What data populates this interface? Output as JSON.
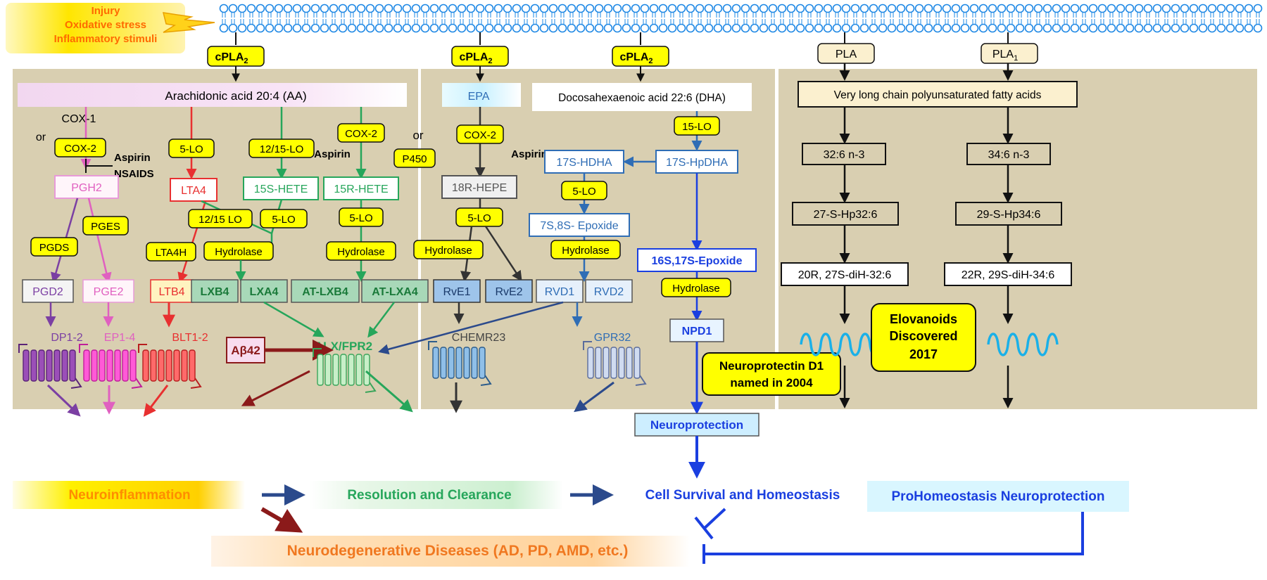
{
  "stimuli": [
    "Injury",
    "Oxidative stress",
    "Inflammatory stimuli"
  ],
  "enzymes": {
    "cpla2": "cPLA",
    "cpla2_sub": "2",
    "pla": "PLA",
    "pla1": "PLA",
    "pla1_sub": "1",
    "cox1": "COX-1",
    "or": "or",
    "cox2": "COX-2",
    "aspirin": "Aspirin",
    "nsaids": "NSAIDS",
    "lo5": "5-LO",
    "lo1215": "12/15-LO",
    "lo1215b": "12/15 LO",
    "lo15": "15-LO",
    "p450": "P450",
    "hydrolase": "Hydrolase",
    "pges": "PGES",
    "pgds": "PGDS",
    "lta4h": "LTA4H"
  },
  "substrates": {
    "aa": "Arachidonic acid 20:4 (AA)",
    "epa": "EPA",
    "dha": "Docosahexaenoic acid 22:6 (DHA)",
    "vlc": "Very long chain polyunsaturated fatty acids"
  },
  "intermediates": {
    "pgh2": "PGH2",
    "lta4": "LTA4",
    "hete15s": "15S-HETE",
    "hete15r": "15R-HETE",
    "hepe18r": "18R-HEPE",
    "hdha17s": "17S-HDHA",
    "hpdha17s": "17S-HpDHA",
    "epox78": "7S,8S- Epoxide",
    "epox1617": "16S,17S-Epoxide",
    "c32": "32:6 n-3",
    "c34": "34:6 n-3",
    "hp32": "27-S-Hp32:6",
    "hp34": "29-S-Hp34:6",
    "dih32": "20R, 27S-diH-32:6",
    "dih34": "22R, 29S-diH-34:6"
  },
  "mediators": {
    "pgd2": "PGD2",
    "pge2": "PGE2",
    "ltb4": "LTB4",
    "lxb4": "LXB4",
    "lxa4": "LXA4",
    "atlxb4": "AT-LXB4",
    "atlxa4": "AT-LXA4",
    "rve1": "RvE1",
    "rve2": "RvE2",
    "rvd1": "RVD1",
    "rvd2": "RVD2",
    "npd1": "NPD1"
  },
  "receptors": {
    "dp": "DP1-2",
    "ep": "EP1-4",
    "blt": "BLT1-2",
    "abeta": "Aβ42",
    "alx": "ALX/FPR2",
    "chemr": "CHEMR23",
    "gpr": "GPR32"
  },
  "callouts": {
    "npd1_named": [
      "Neuroprotectin D1",
      "named in 2004"
    ],
    "elovanoids": [
      "Elovanoids",
      "Discovered",
      "2017"
    ],
    "neuroprotection": "Neuroprotection"
  },
  "outcomes": {
    "inflammation": "Neuroinflammation",
    "resolution": "Resolution and Clearance",
    "survival": "Cell Survival and Homeostasis",
    "prohomeo": "ProHomeostasis Neuroprotection",
    "diseases": "Neurodegenerative Diseases (AD, PD, AMD, etc.)"
  },
  "colors": {
    "panel": "#d9cfb1",
    "enzyme_yellow": "#ffff00",
    "membrane": "#1e88e5",
    "aa_pink": "#e680c8",
    "lt_red": "#e83030",
    "lx_green": "#26a65b",
    "dha_blue": "#2f6db5",
    "npd_blue": "#1a3fe0",
    "inflammation_orange": "#ff8c00",
    "disease_orange": "#f07820",
    "dark_red": "#8b1a1a"
  }
}
